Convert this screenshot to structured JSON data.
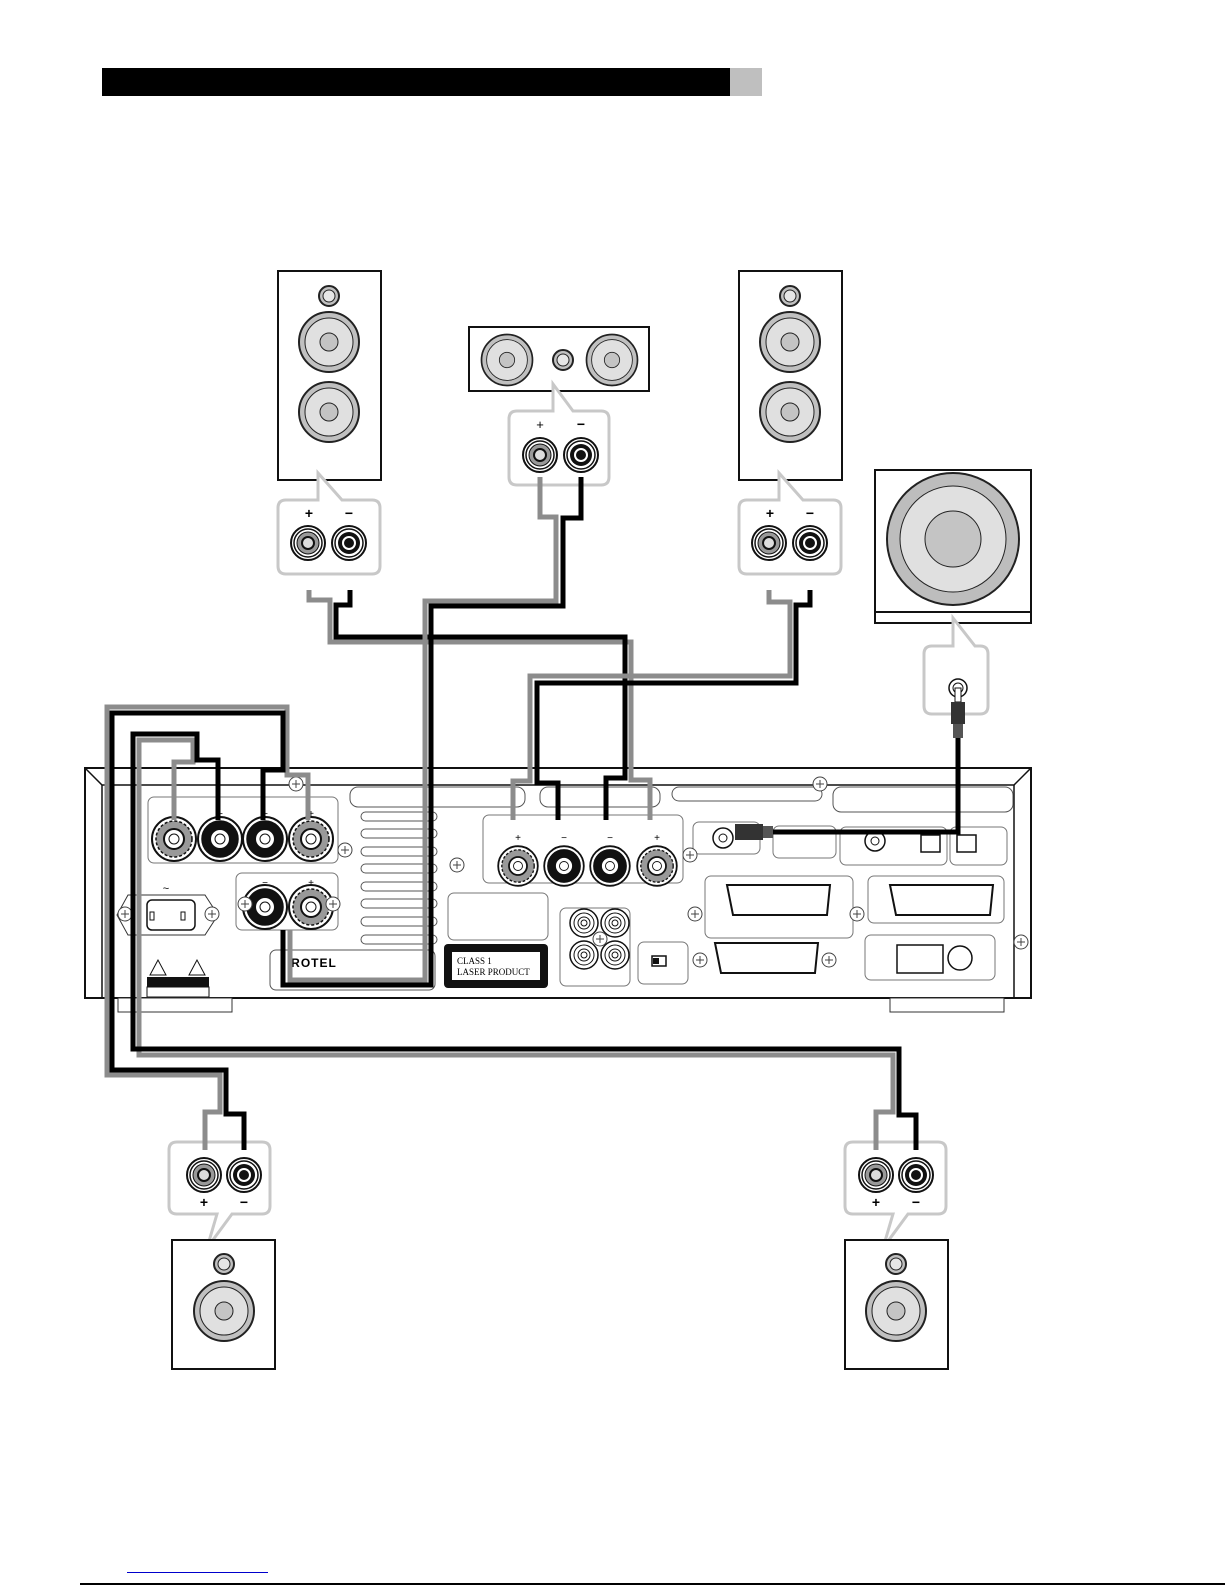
{
  "header": {
    "title_bar_color": "#000000",
    "tab_color": "#bfbfbf"
  },
  "colors": {
    "positive_wire": "#8c8c8c",
    "negative_wire": "#000000",
    "speaker_fill": "#e0e0e0",
    "driver_ring": "#c0c0c0",
    "callout": "#c8c8c8",
    "footer_link": "#0000cc"
  },
  "speakers": {
    "front_left": {
      "label": "Front left speaker",
      "plus": "+",
      "minus": "−"
    },
    "center": {
      "label": "Center speaker",
      "plus": "+",
      "minus": "−"
    },
    "front_right": {
      "label": "Front right speaker",
      "plus": "+",
      "minus": "−"
    },
    "subwoofer": {
      "label": "Powered subwoofer"
    },
    "surround_left": {
      "label": "Surround left speaker",
      "plus": "+",
      "minus": "−"
    },
    "surround_right": {
      "label": "Surround right speaker",
      "plus": "+",
      "minus": "−"
    }
  },
  "rear_panel": {
    "brand": "ROTEL",
    "laser_label_line1": "CLASS 1",
    "laser_label_line2": "LASER PRODUCT",
    "terminal_group_left": [
      "+",
      "−",
      "−",
      "+"
    ],
    "terminal_group_center": [
      "+",
      "−",
      "−",
      "+"
    ],
    "terminal_group_lower": [
      "−",
      "+"
    ],
    "ac_symbol": "~"
  }
}
